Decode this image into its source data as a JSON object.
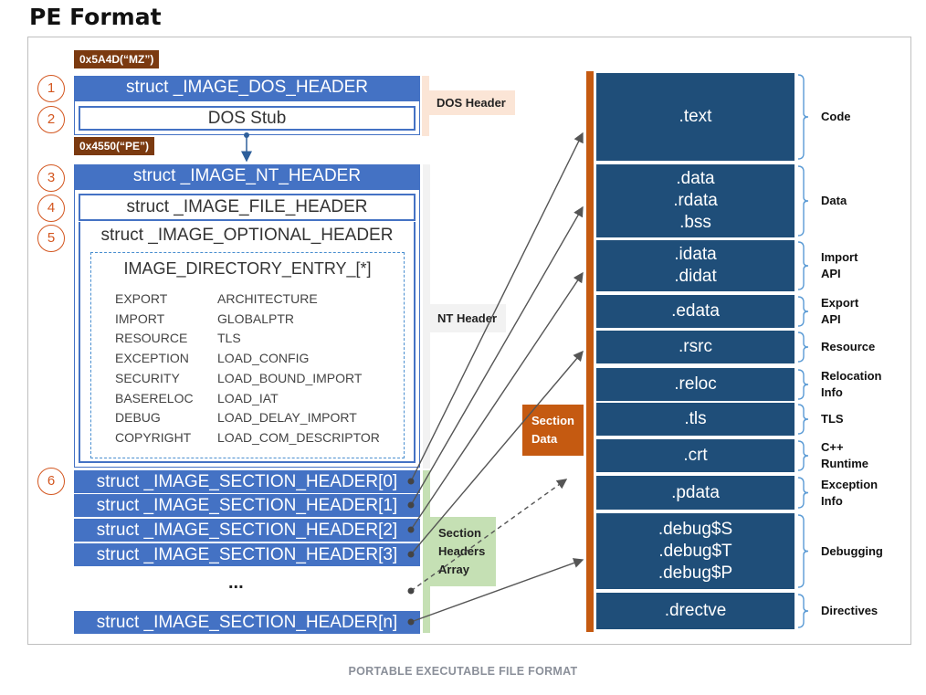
{
  "title": "PE Format",
  "caption": "PORTABLE EXECUTABLE FILE FORMAT",
  "signatures": {
    "mz": "0x5A4D(“MZ”)",
    "pe": "0x4550(“PE”)"
  },
  "markers": [
    "1",
    "2",
    "3",
    "4",
    "5",
    "6"
  ],
  "headers": {
    "dos_header": "struct _IMAGE_DOS_HEADER",
    "dos_stub": "DOS Stub",
    "nt_header": "struct _IMAGE_NT_HEADER",
    "file_header": "struct _IMAGE_FILE_HEADER",
    "optional_header": "struct _IMAGE_OPTIONAL_HEADER",
    "directory_entry": "IMAGE_DIRECTORY_ENTRY_[*]"
  },
  "directory_entries": {
    "left": [
      "EXPORT",
      "IMPORT",
      "RESOURCE",
      "EXCEPTION",
      "SECURITY",
      "BASERELOC",
      "DEBUG",
      "COPYRIGHT"
    ],
    "right": [
      "ARCHITECTURE",
      "GLOBALPTR",
      "TLS",
      "LOAD_CONFIG",
      "LOAD_BOUND_IMPORT",
      "LOAD_IAT",
      "LOAD_DELAY_IMPORT",
      "LOAD_COM_DESCRIPTOR"
    ]
  },
  "section_headers": [
    "struct _IMAGE_SECTION_HEADER[0]",
    "struct _IMAGE_SECTION_HEADER[1]",
    "struct _IMAGE_SECTION_HEADER[2]",
    "struct _IMAGE_SECTION_HEADER[3]",
    "struct _IMAGE_SECTION_HEADER[n]"
  ],
  "ellipsis": "...",
  "region_labels": {
    "dos_header": "DOS Header",
    "nt_header": "NT Header",
    "section_headers_array": [
      "Section",
      "Headers",
      "Array"
    ],
    "section_data": [
      "Section",
      "Data"
    ]
  },
  "sections": [
    {
      "names": [
        ".text"
      ],
      "label": [
        "Code"
      ]
    },
    {
      "names": [
        ".data",
        ".rdata",
        ".bss"
      ],
      "label": [
        "Data"
      ]
    },
    {
      "names": [
        ".idata",
        ".didat"
      ],
      "label": [
        "Import",
        "API"
      ]
    },
    {
      "names": [
        ".edata"
      ],
      "label": [
        "Export",
        "API"
      ]
    },
    {
      "names": [
        ".rsrc"
      ],
      "label": [
        "Resource"
      ]
    },
    {
      "names": [
        ".reloc"
      ],
      "label": [
        "Relocation",
        "Info"
      ]
    },
    {
      "names": [
        ".tls"
      ],
      "label": [
        "TLS"
      ]
    },
    {
      "names": [
        ".crt"
      ],
      "label": [
        "C++",
        "Runtime"
      ]
    },
    {
      "names": [
        ".pdata"
      ],
      "label": [
        "Exception",
        "Info"
      ]
    },
    {
      "names": [
        ".debug$S",
        ".debug$T",
        ".debug$P"
      ],
      "label": [
        "Debugging"
      ]
    },
    {
      "names": [
        ".drectve"
      ],
      "label": [
        "Directives"
      ]
    }
  ],
  "colors": {
    "header_blue": "#4472c4",
    "section_navy": "#1f4e79",
    "accent_orange": "#c55a11",
    "signature_brown": "#7b3a10",
    "marker_orange": "#d3561f"
  }
}
